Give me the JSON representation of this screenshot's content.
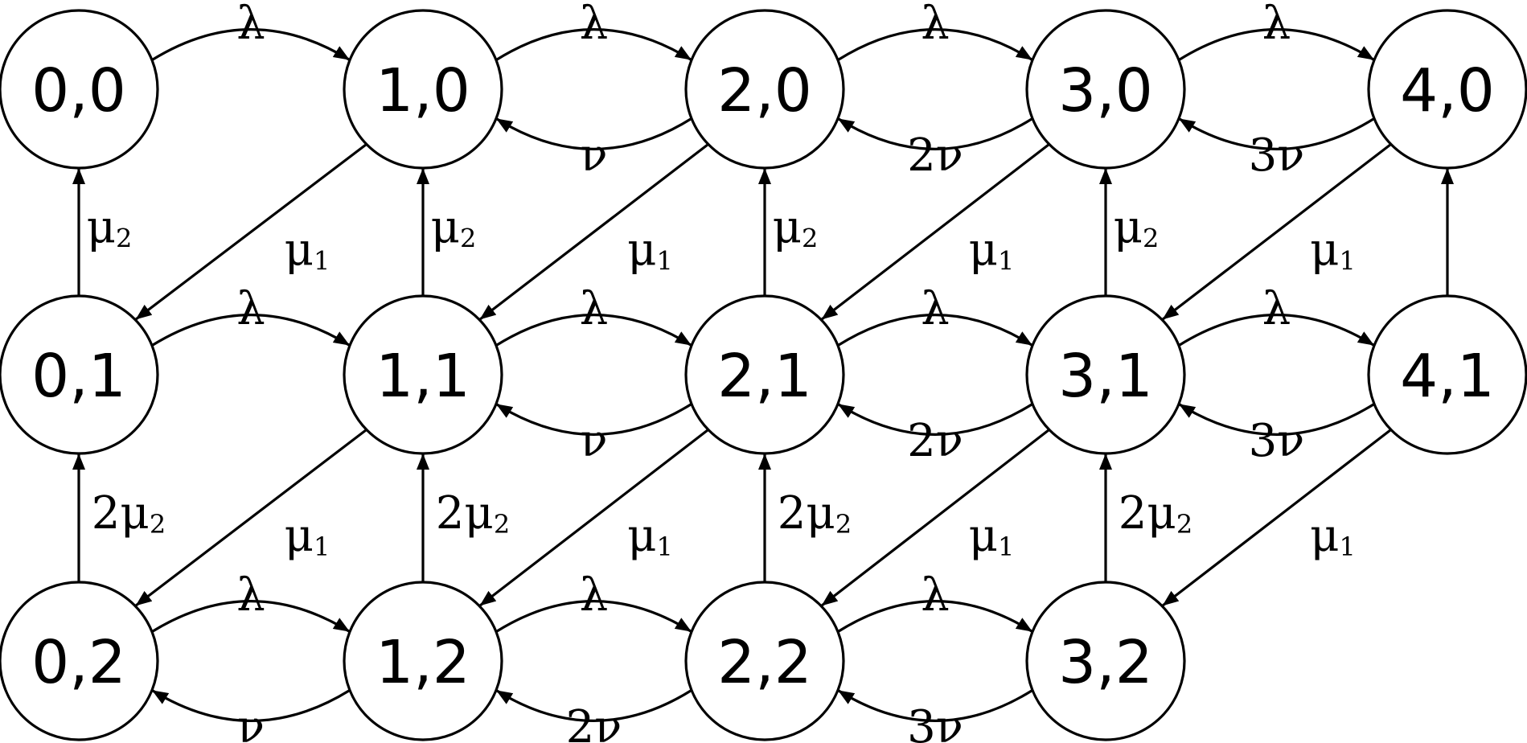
{
  "diagram": {
    "nodes": [
      {
        "id": "0,0",
        "label": "0,0",
        "col": 0,
        "row": 0
      },
      {
        "id": "1,0",
        "label": "1,0",
        "col": 1,
        "row": 0
      },
      {
        "id": "2,0",
        "label": "2,0",
        "col": 2,
        "row": 0
      },
      {
        "id": "3,0",
        "label": "3,0",
        "col": 3,
        "row": 0
      },
      {
        "id": "4,0",
        "label": "4,0",
        "col": 4,
        "row": 0
      },
      {
        "id": "0,1",
        "label": "0,1",
        "col": 0,
        "row": 1
      },
      {
        "id": "1,1",
        "label": "1,1",
        "col": 1,
        "row": 1
      },
      {
        "id": "2,1",
        "label": "2,1",
        "col": 2,
        "row": 1
      },
      {
        "id": "3,1",
        "label": "3,1",
        "col": 3,
        "row": 1
      },
      {
        "id": "4,1",
        "label": "4,1",
        "col": 4,
        "row": 1
      },
      {
        "id": "0,2",
        "label": "0,2",
        "col": 0,
        "row": 2
      },
      {
        "id": "1,2",
        "label": "1,2",
        "col": 1,
        "row": 2
      },
      {
        "id": "2,2",
        "label": "2,2",
        "col": 2,
        "row": 2
      },
      {
        "id": "3,2",
        "label": "3,2",
        "col": 3,
        "row": 2
      }
    ],
    "edges": [
      {
        "from": "0,0",
        "to": "1,0",
        "label": "λ",
        "sub": ""
      },
      {
        "from": "1,0",
        "to": "2,0",
        "label": "λ",
        "sub": ""
      },
      {
        "from": "2,0",
        "to": "3,0",
        "label": "λ",
        "sub": ""
      },
      {
        "from": "3,0",
        "to": "4,0",
        "label": "λ",
        "sub": ""
      },
      {
        "from": "2,0",
        "to": "1,0",
        "label": "ν",
        "sub": ""
      },
      {
        "from": "3,0",
        "to": "2,0",
        "label": "2ν",
        "sub": ""
      },
      {
        "from": "4,0",
        "to": "3,0",
        "label": "3ν",
        "sub": ""
      },
      {
        "from": "0,1",
        "to": "1,1",
        "label": "λ",
        "sub": ""
      },
      {
        "from": "1,1",
        "to": "2,1",
        "label": "λ",
        "sub": ""
      },
      {
        "from": "2,1",
        "to": "3,1",
        "label": "λ",
        "sub": ""
      },
      {
        "from": "3,1",
        "to": "4,1",
        "label": "λ",
        "sub": ""
      },
      {
        "from": "2,1",
        "to": "1,1",
        "label": "ν",
        "sub": ""
      },
      {
        "from": "3,1",
        "to": "2,1",
        "label": "2ν",
        "sub": ""
      },
      {
        "from": "4,1",
        "to": "3,1",
        "label": "3ν",
        "sub": ""
      },
      {
        "from": "0,2",
        "to": "1,2",
        "label": "λ",
        "sub": ""
      },
      {
        "from": "1,2",
        "to": "2,2",
        "label": "λ",
        "sub": ""
      },
      {
        "from": "2,2",
        "to": "3,2",
        "label": "λ",
        "sub": ""
      },
      {
        "from": "1,2",
        "to": "0,2",
        "label": "ν",
        "sub": ""
      },
      {
        "from": "2,2",
        "to": "1,2",
        "label": "2ν",
        "sub": ""
      },
      {
        "from": "3,2",
        "to": "2,2",
        "label": "3ν",
        "sub": ""
      },
      {
        "from": "0,1",
        "to": "0,0",
        "label": "μ",
        "sub": "2"
      },
      {
        "from": "1,1",
        "to": "1,0",
        "label": "μ",
        "sub": "2"
      },
      {
        "from": "2,1",
        "to": "2,0",
        "label": "μ",
        "sub": "2"
      },
      {
        "from": "3,1",
        "to": "3,0",
        "label": "μ",
        "sub": "2"
      },
      {
        "from": "4,1",
        "to": "4,0",
        "label": "",
        "sub": ""
      },
      {
        "from": "0,2",
        "to": "0,1",
        "label": "2μ",
        "sub": "2"
      },
      {
        "from": "1,2",
        "to": "1,1",
        "label": "2μ",
        "sub": "2"
      },
      {
        "from": "2,2",
        "to": "2,1",
        "label": "2μ",
        "sub": "2"
      },
      {
        "from": "3,2",
        "to": "3,1",
        "label": "2μ",
        "sub": "2"
      },
      {
        "from": "1,0",
        "to": "0,1",
        "label": "μ",
        "sub": "1"
      },
      {
        "from": "2,0",
        "to": "1,1",
        "label": "μ",
        "sub": "1"
      },
      {
        "from": "3,0",
        "to": "2,1",
        "label": "μ",
        "sub": "1"
      },
      {
        "from": "4,0",
        "to": "3,1",
        "label": "μ",
        "sub": "1"
      },
      {
        "from": "1,1",
        "to": "0,2",
        "label": "μ",
        "sub": "1"
      },
      {
        "from": "2,1",
        "to": "1,2",
        "label": "μ",
        "sub": "1"
      },
      {
        "from": "3,1",
        "to": "2,2",
        "label": "μ",
        "sub": "1"
      },
      {
        "from": "4,1",
        "to": "3,2",
        "label": "μ",
        "sub": "1"
      }
    ]
  }
}
